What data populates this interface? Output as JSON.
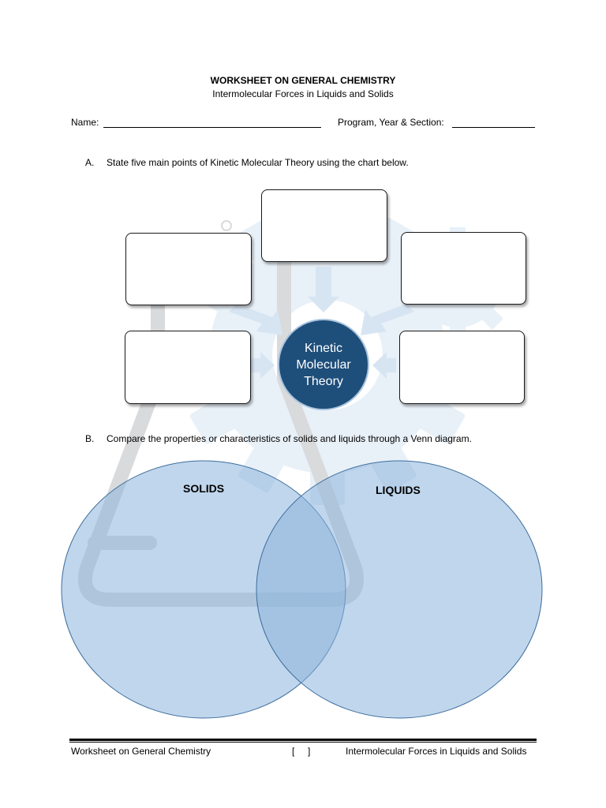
{
  "header": {
    "title": "WORKSHEET ON GENERAL CHEMISTRY",
    "subtitle": "Intermolecular Forces in Liquids and Solids"
  },
  "fields": {
    "name_label": "Name:",
    "program_label": "Program, Year & Section:"
  },
  "section_a": {
    "letter": "A.",
    "text": "State five main points of Kinetic Molecular Theory using the chart below."
  },
  "diagram": {
    "center_lines": [
      "Kinetic",
      "Molecular",
      "Theory"
    ],
    "center_color": "#1e4e7a"
  },
  "section_b": {
    "letter": "B.",
    "text": "Compare the properties or characteristics of solids and liquids through a Venn diagram."
  },
  "venn": {
    "left_label": "SOLIDS",
    "right_label": "LIQUIDS",
    "circle_color": "#8db4dc"
  },
  "footer": {
    "left": "Worksheet on General Chemistry",
    "center": "[     ]",
    "right": "Intermolecular Forces in Liquids and Solids"
  }
}
